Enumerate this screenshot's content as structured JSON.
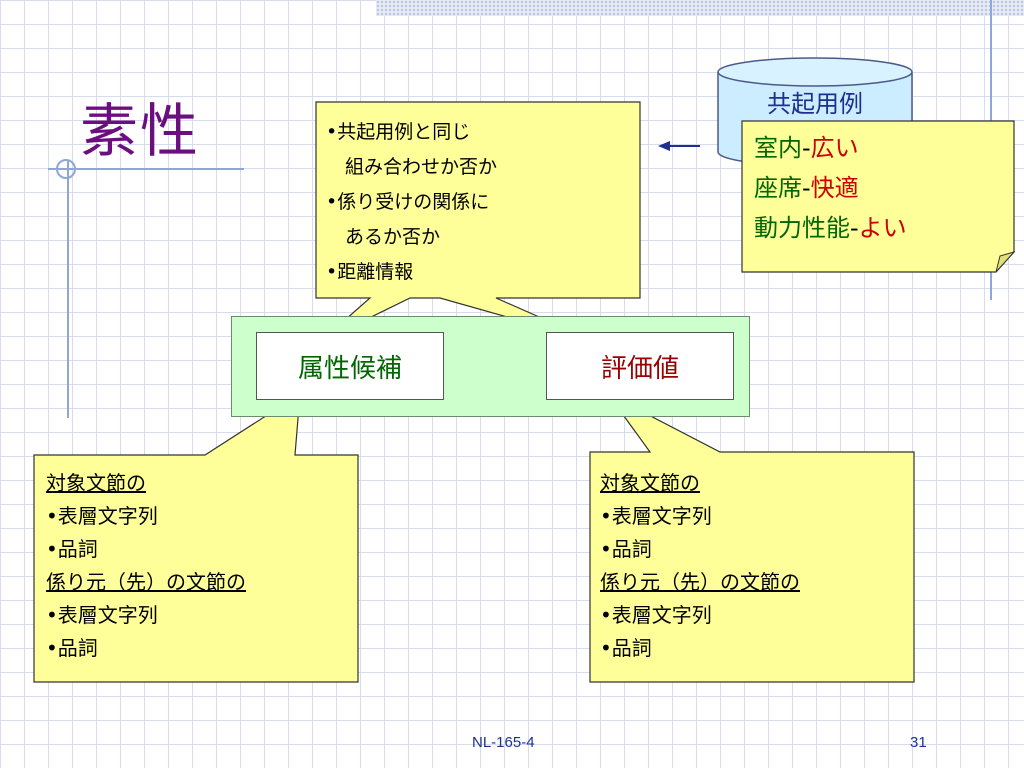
{
  "slide": {
    "title": "素性",
    "footer_code": "NL-165-4",
    "page_number": "31"
  },
  "database": {
    "label": "共起用例",
    "examples": [
      {
        "attr": "室内",
        "sep": "-",
        "value": "広い"
      },
      {
        "attr": "座席",
        "sep": "-",
        "value": "快適"
      },
      {
        "attr": "動力性能",
        "sep": "-",
        "value": "よい"
      }
    ]
  },
  "pair_features": {
    "lines": [
      "•共起用例と同じ",
      "　組み合わせか否か",
      "•係り受けの関係に",
      "　あるか否か",
      "•距離情報"
    ]
  },
  "nodes": {
    "candidate": "属性候補",
    "evaluation": "評価値"
  },
  "candidate_features": {
    "heading1": "対象文節の",
    "items1": [
      "•表層文字列",
      "•品詞"
    ],
    "heading2": "係り元（先）の文節の",
    "items2": [
      "•表層文字列",
      "•品詞"
    ]
  },
  "evaluation_features": {
    "heading1": "対象文節の",
    "items1": [
      "•表層文字列",
      "•品詞"
    ],
    "heading2": "係り元（先）の文節の",
    "items2": [
      "•表層文字列",
      "•品詞"
    ]
  },
  "colors": {
    "title": "#6b0f7e",
    "callout_fill": "#ffff99",
    "node_area_fill": "#ccffcc",
    "candidate_text": "#006600",
    "evaluation_text": "#990000",
    "example_attr": "#006600",
    "example_value": "#cc0000"
  }
}
